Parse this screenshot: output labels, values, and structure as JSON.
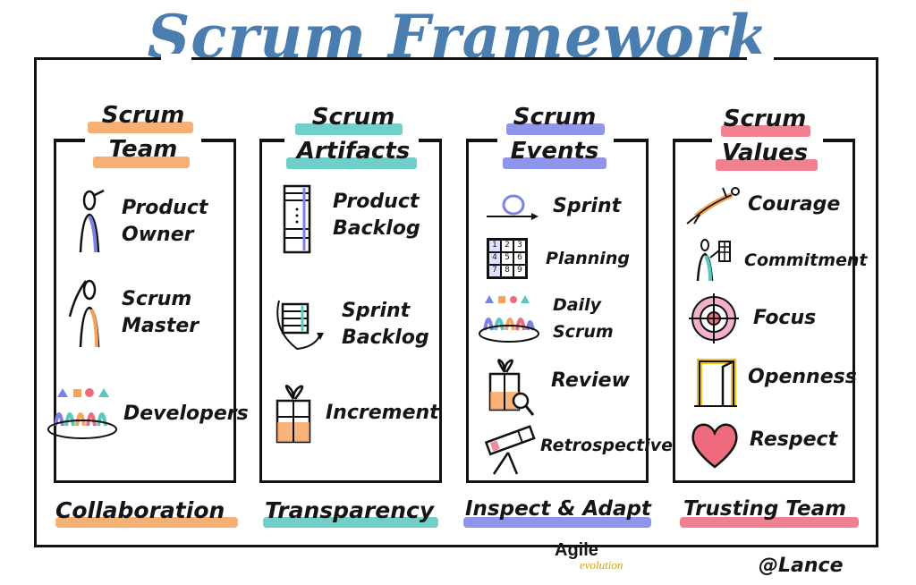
{
  "title": "Scrum Framework",
  "colors": {
    "team": "#f5a25a",
    "artifacts": "#57c7bf",
    "events": "#7b82e6",
    "values": "#ee6b7e",
    "title": "#4a7eb0"
  },
  "columns": [
    {
      "heading_line1": "Scrum",
      "heading_line2": "Team",
      "items": [
        "Product\nOwner",
        "Scrum\nMaster",
        "Developers"
      ],
      "footer": "Collaboration"
    },
    {
      "heading_line1": "Scrum",
      "heading_line2": "Artifacts",
      "items": [
        "Product\nBacklog",
        "Sprint\nBacklog",
        "Increment"
      ],
      "footer": "Transparency"
    },
    {
      "heading_line1": "Scrum",
      "heading_line2": "Events",
      "items": [
        "Sprint",
        "Planning",
        "Daily\nScrum",
        "Review",
        "Retrospective"
      ],
      "footer": "Inspect & Adapt"
    },
    {
      "heading_line1": "Scrum",
      "heading_line2": "Values",
      "items": [
        "Courage",
        "Commitment",
        "Focus",
        "Openness",
        "Respect"
      ],
      "footer": "Trusting Team"
    }
  ],
  "planning_grid": [
    "1",
    "2",
    "3",
    "4",
    "5",
    "6",
    "7",
    "8",
    "9"
  ],
  "logo": {
    "line1": "Agile",
    "line2": "evolution"
  },
  "signature": "@Lance"
}
